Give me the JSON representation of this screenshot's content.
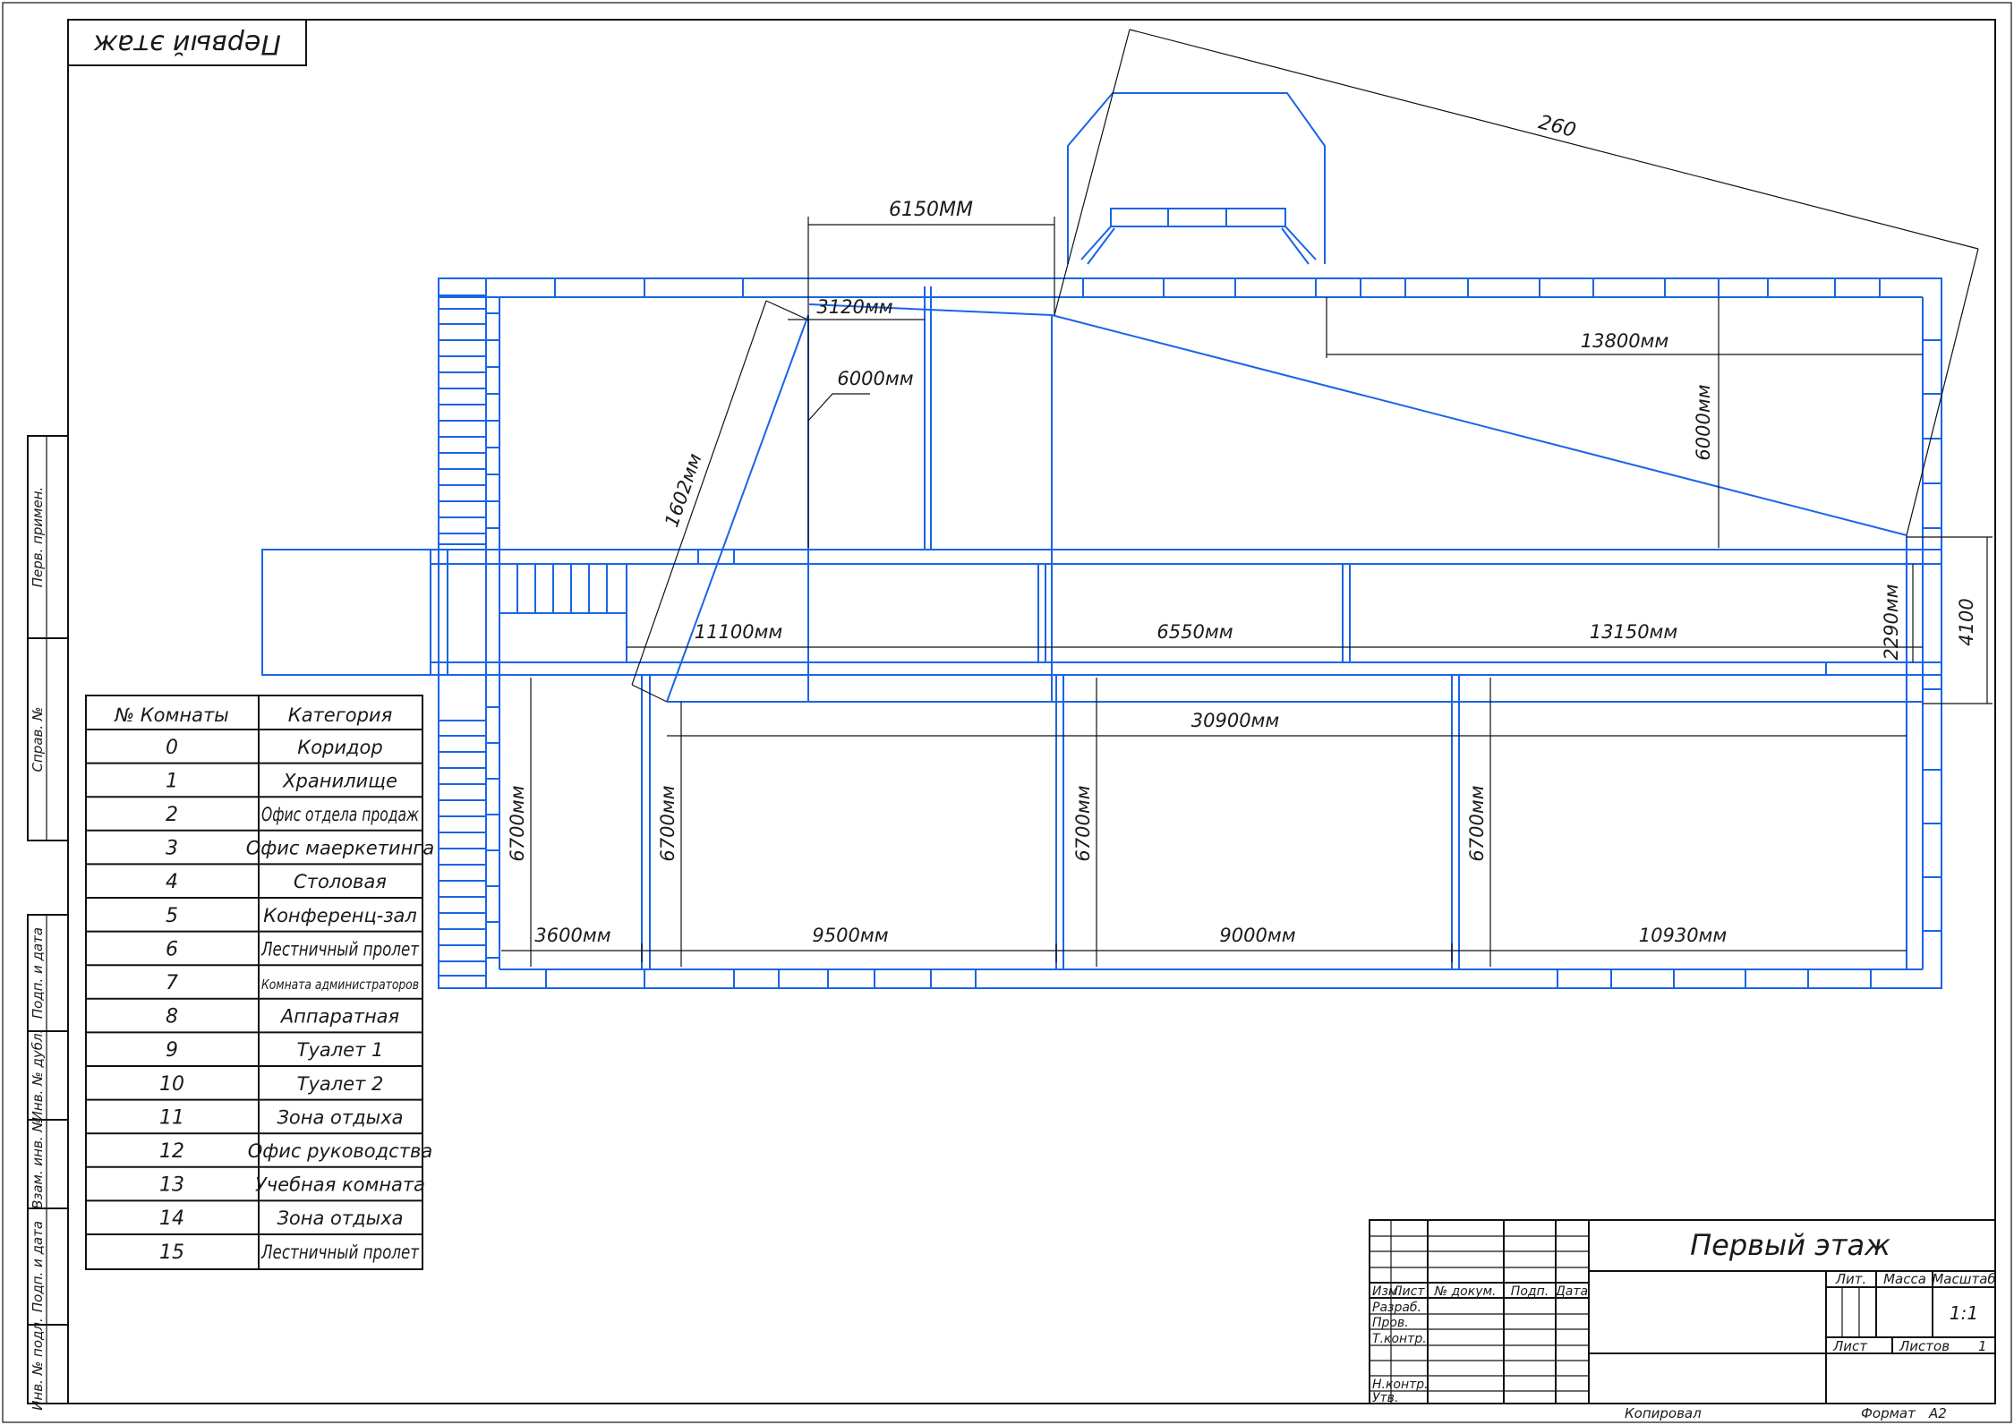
{
  "stamp_title": "Первый этаж",
  "dims": {
    "d260": "260",
    "d6150": "6150ММ",
    "d3120": "3120мм",
    "d6000a": "6000мм",
    "d1602": "1602мм",
    "d13800": "13800мм",
    "d6000b": "6000мм",
    "d11100": "11100мм",
    "d6550": "6550мм",
    "d13150": "13150мм",
    "d2290": "2290мм",
    "d4100": "4100",
    "d30900": "30900мм",
    "d6700a": "6700мм",
    "d6700b": "6700мм",
    "d6700c": "6700мм",
    "d6700d": "6700мм",
    "d3600": "3600мм",
    "d9500": "9500мм",
    "d9000": "9000мм",
    "d10930": "10930мм"
  },
  "side_labels": {
    "perv": "Перв. примен.",
    "sprav": "Справ. №",
    "podp1": "Подп. и дата",
    "inv_dubl": "Инв. № дубл.",
    "vzam": "Взам. инв. №",
    "podp2": "Подп. и дата",
    "inv_podl": "Инв. № подл."
  },
  "legend": {
    "header_num": "№ Комнаты",
    "header_cat": "Категория",
    "rows": [
      {
        "num": "0",
        "cat": "Коридор"
      },
      {
        "num": "1",
        "cat": "Хранилище"
      },
      {
        "num": "2",
        "cat": "Офис отдела продаж"
      },
      {
        "num": "3",
        "cat": "Офис маеркетинга"
      },
      {
        "num": "4",
        "cat": "Столовая"
      },
      {
        "num": "5",
        "cat": "Конференц-зал"
      },
      {
        "num": "6",
        "cat": "Лестничный пролет"
      },
      {
        "num": "7",
        "cat": "Комната администраторов"
      },
      {
        "num": "8",
        "cat": "Аппаратная"
      },
      {
        "num": "9",
        "cat": "Туалет 1"
      },
      {
        "num": "10",
        "cat": "Туалет 2"
      },
      {
        "num": "11",
        "cat": "Зона отдыха"
      },
      {
        "num": "12",
        "cat": "Офис руководства"
      },
      {
        "num": "13",
        "cat": "Учебная комната"
      },
      {
        "num": "14",
        "cat": "Зона отдыха"
      },
      {
        "num": "15",
        "cat": "Лестничный пролет"
      }
    ]
  },
  "titleblock": {
    "title": "Первый этаж",
    "izm": "Изм.",
    "list": "Лист",
    "n_dokum": "№ докум.",
    "podp": "Подп.",
    "data": "Дата",
    "razrab": "Разраб.",
    "prov": "Пров.",
    "tkontr": "Т.контр.",
    "nkontr": "Н.контр.",
    "utv": "Утв.",
    "lit": "Лит.",
    "massa": "Масса",
    "masshtab": "Масштаб",
    "scale": "1:1",
    "list2": "Лист",
    "listov": "Листов",
    "listov_val": "1",
    "kopiroval": "Копировал",
    "format": "Формат",
    "format_val": "А2"
  }
}
